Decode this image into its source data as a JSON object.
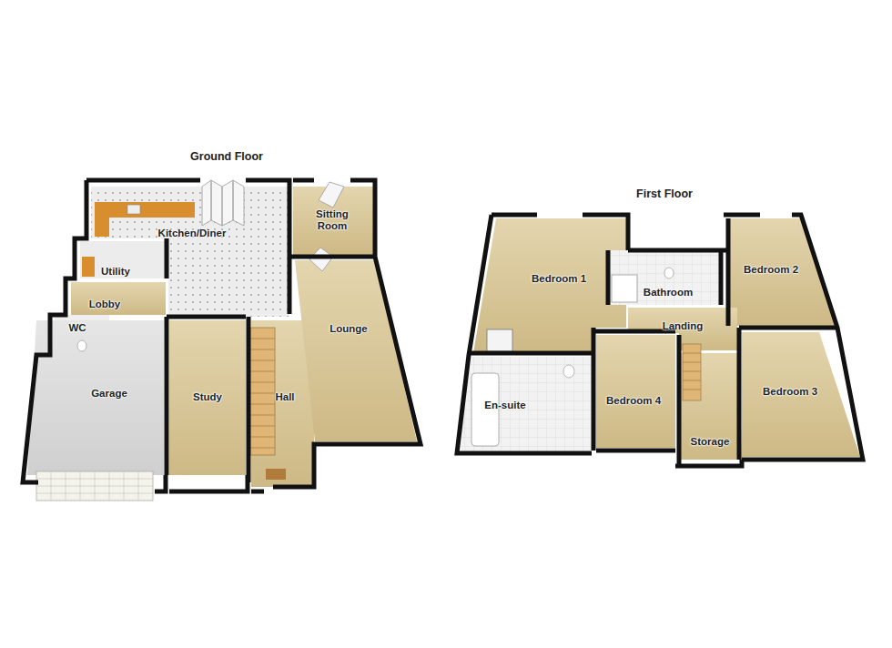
{
  "diagram": {
    "nodes": [
      {
        "text": [
          "Kitchen/Diner"
        ]
      },
      {
        "text": [
          "Sitting Room"
        ]
      },
      {
        "text": [
          "Utility"
        ]
      },
      {
        "text": [
          "Lobby"
        ]
      },
      {
        "text": [
          "WC"
        ]
      },
      {
        "text": [
          "Lounge"
        ]
      },
      {
        "text": [
          "Garage"
        ]
      },
      {
        "text": [
          "Study"
        ]
      },
      {
        "text": [
          "Hall"
        ]
      },
      {
        "text": [
          "Bedroom 1"
        ]
      },
      {
        "text": [
          "Bathroom"
        ]
      },
      {
        "text": [
          "Bedroom 2"
        ]
      },
      {
        "text": [
          "Landing"
        ]
      },
      {
        "text": [
          "En-suite"
        ]
      },
      {
        "text": [
          "Bedroom 4"
        ]
      },
      {
        "text": [
          "Storage"
        ]
      },
      {
        "text": [
          "Bedroom 3"
        ]
      }
    ],
    "edges": [],
    "labels": [
      "Ground Floor",
      "First Floor"
    ]
  }
}
